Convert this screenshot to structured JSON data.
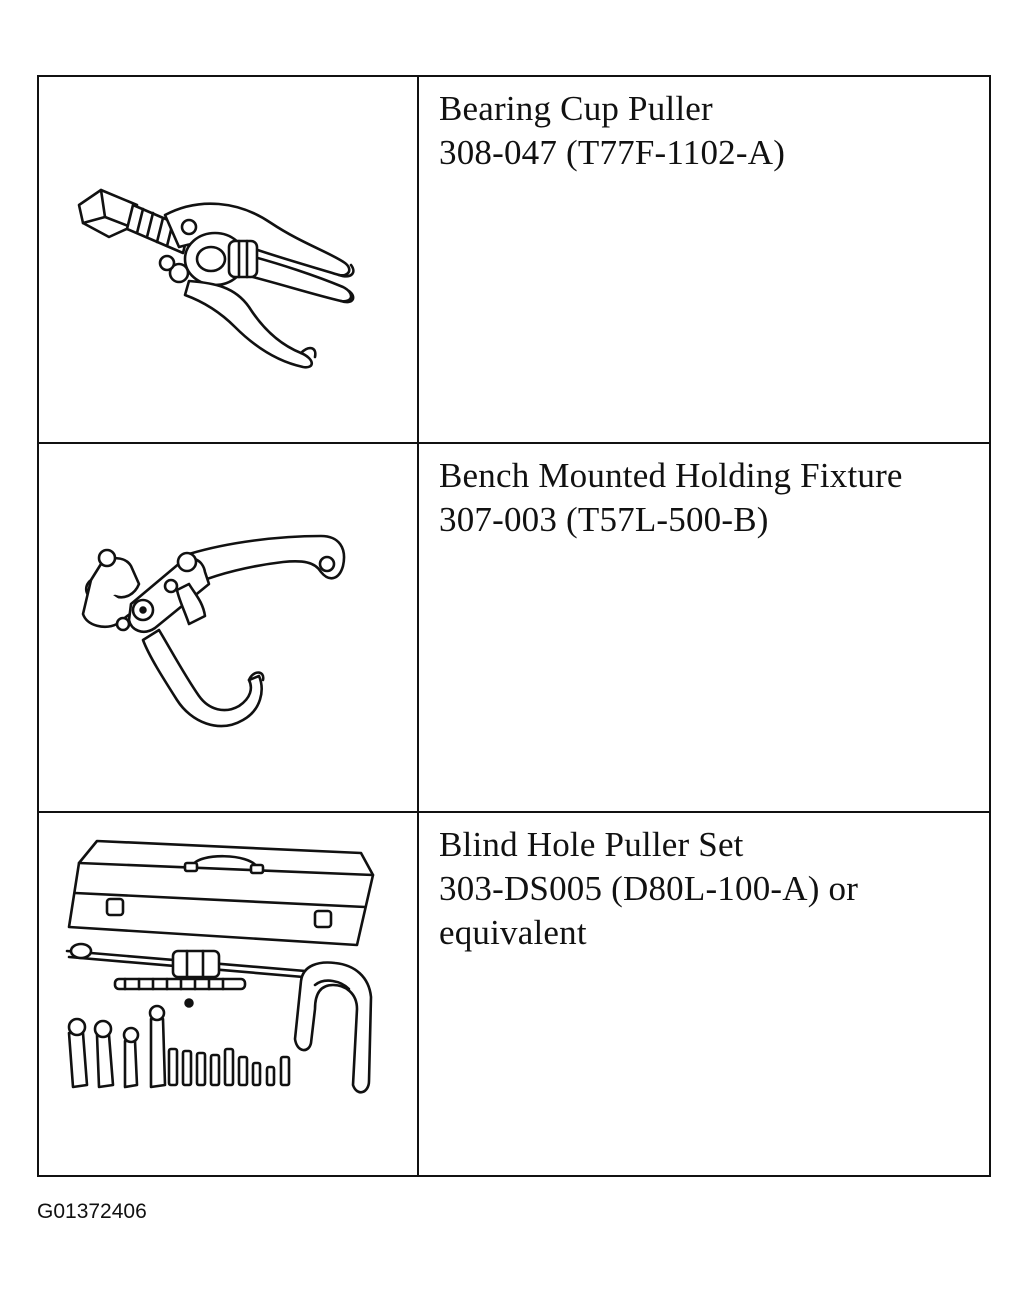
{
  "tools": [
    {
      "icon": "bearing-cup-puller-illustration",
      "name": "Bearing Cup Puller",
      "lines": [
        "308-047 (T77F-1102-A)"
      ]
    },
    {
      "icon": "bench-mounted-holding-fixture-illustration",
      "name": "Bench Mounted Holding Fixture",
      "lines": [
        "307-003 (T57L-500-B)"
      ]
    },
    {
      "icon": "blind-hole-puller-set-illustration",
      "name": "Blind Hole Puller Set",
      "lines": [
        "303-DS005 (D80L-100-A) or",
        "equivalent"
      ]
    }
  ],
  "figure_id": "G01372406"
}
